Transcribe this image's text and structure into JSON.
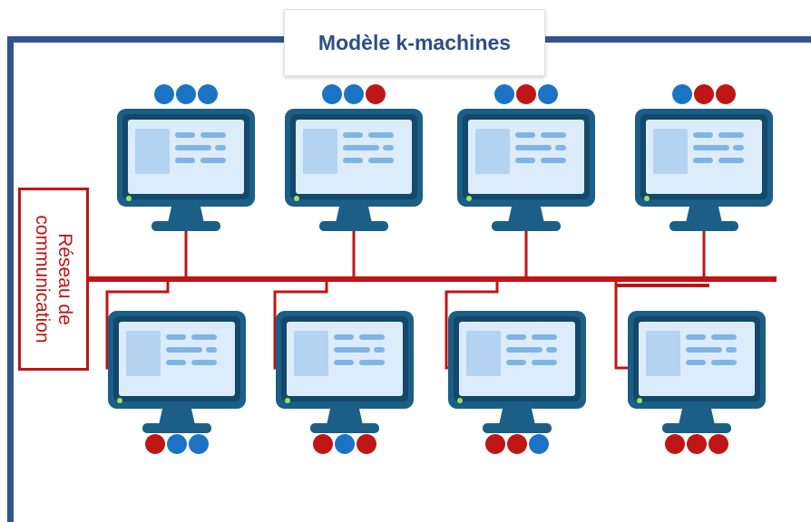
{
  "title": "Modèle k-machines",
  "network_label_line1": "Réseau de",
  "network_label_line2": "communication",
  "colors": {
    "frame": "#31548c",
    "wire": "#c01515",
    "dot_blue": "#1b73c6",
    "dot_red": "#c01515",
    "monitor_frame": "#1b5f86",
    "screen_bg": "#dcecfb",
    "screen_panel": "#b3d3f1"
  },
  "machines_top": [
    {
      "dots": [
        "blue",
        "blue",
        "blue"
      ]
    },
    {
      "dots": [
        "blue",
        "blue",
        "red"
      ]
    },
    {
      "dots": [
        "blue",
        "red",
        "blue"
      ]
    },
    {
      "dots": [
        "blue",
        "red",
        "red"
      ]
    }
  ],
  "machines_bottom": [
    {
      "dots": [
        "red",
        "blue",
        "blue"
      ]
    },
    {
      "dots": [
        "red",
        "blue",
        "red"
      ]
    },
    {
      "dots": [
        "red",
        "red",
        "blue"
      ]
    },
    {
      "dots": [
        "red",
        "red",
        "red"
      ]
    }
  ]
}
